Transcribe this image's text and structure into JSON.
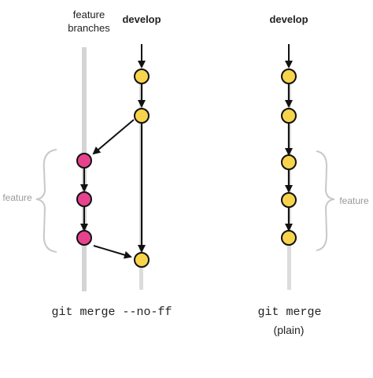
{
  "left_diagram": {
    "header_feature_branches": "feature\nbranches",
    "header_develop": "develop",
    "side_label": "feature",
    "caption": "git merge --no-ff"
  },
  "right_diagram": {
    "header_develop": "develop",
    "side_label": "feature",
    "caption": "git merge",
    "caption_sub": "(plain)"
  },
  "colors": {
    "develop_commit": "#f7d44c",
    "feature_commit": "#e8428f",
    "lane": "#d0d0d0",
    "arrow": "#111111",
    "brace": "#c8c8c8"
  },
  "icons": [
    "commit-node",
    "arrow",
    "curly-brace"
  ]
}
